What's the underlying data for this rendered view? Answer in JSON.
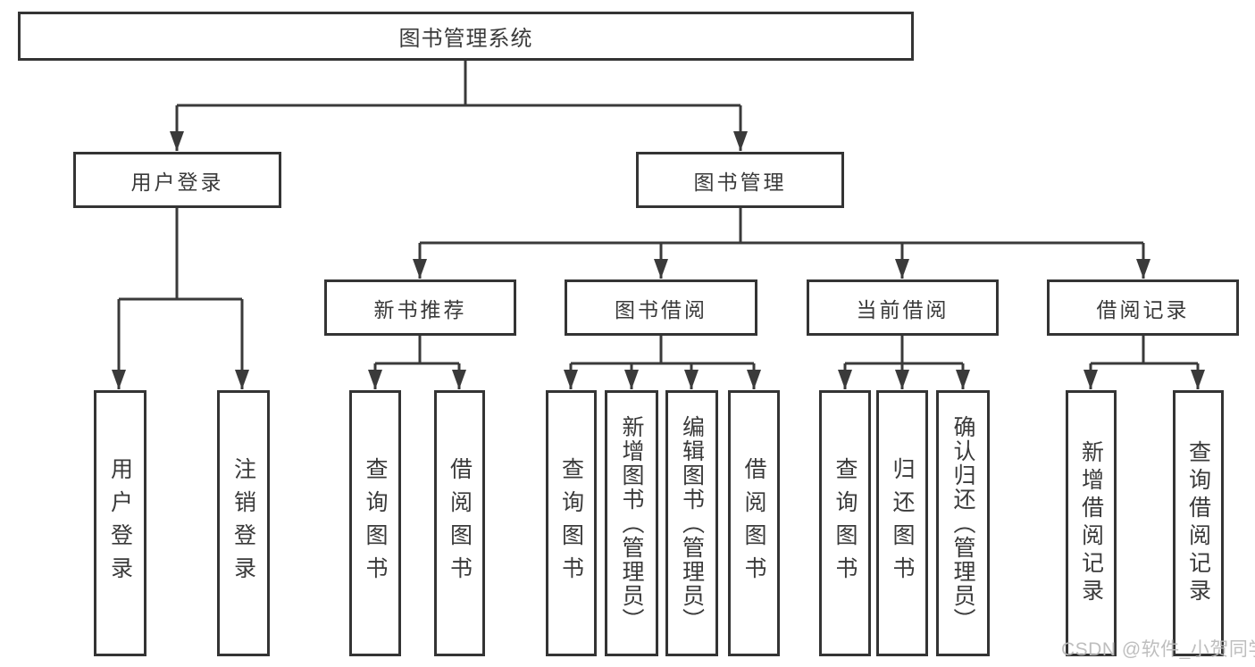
{
  "tree": {
    "label": "图书管理系统",
    "children": [
      {
        "label": "用户登录",
        "children": [
          {
            "label": "用户登录"
          },
          {
            "label": "注销登录"
          }
        ]
      },
      {
        "label": "图书管理",
        "children": [
          {
            "label": "新书推荐",
            "children": [
              {
                "label": "查询图书"
              },
              {
                "label": "借阅图书"
              }
            ]
          },
          {
            "label": "图书借阅",
            "children": [
              {
                "label": "查询图书"
              },
              {
                "label": "新增图书（管理员）"
              },
              {
                "label": "编辑图书（管理员）"
              },
              {
                "label": "借阅图书"
              }
            ]
          },
          {
            "label": "当前借阅",
            "children": [
              {
                "label": "查询图书"
              },
              {
                "label": "归还图书"
              },
              {
                "label": "确认归还（管理员）"
              }
            ]
          },
          {
            "label": "借阅记录",
            "children": [
              {
                "label": "新增借阅记录"
              },
              {
                "label": "查询借阅记录"
              }
            ]
          }
        ]
      }
    ]
  },
  "watermark": {
    "text": "CSDN @软件_小贺同学"
  },
  "colors": {
    "line": "#3a3a3a",
    "border": "#343434",
    "text": "#3a3a3a",
    "watermark": "#bababa"
  }
}
